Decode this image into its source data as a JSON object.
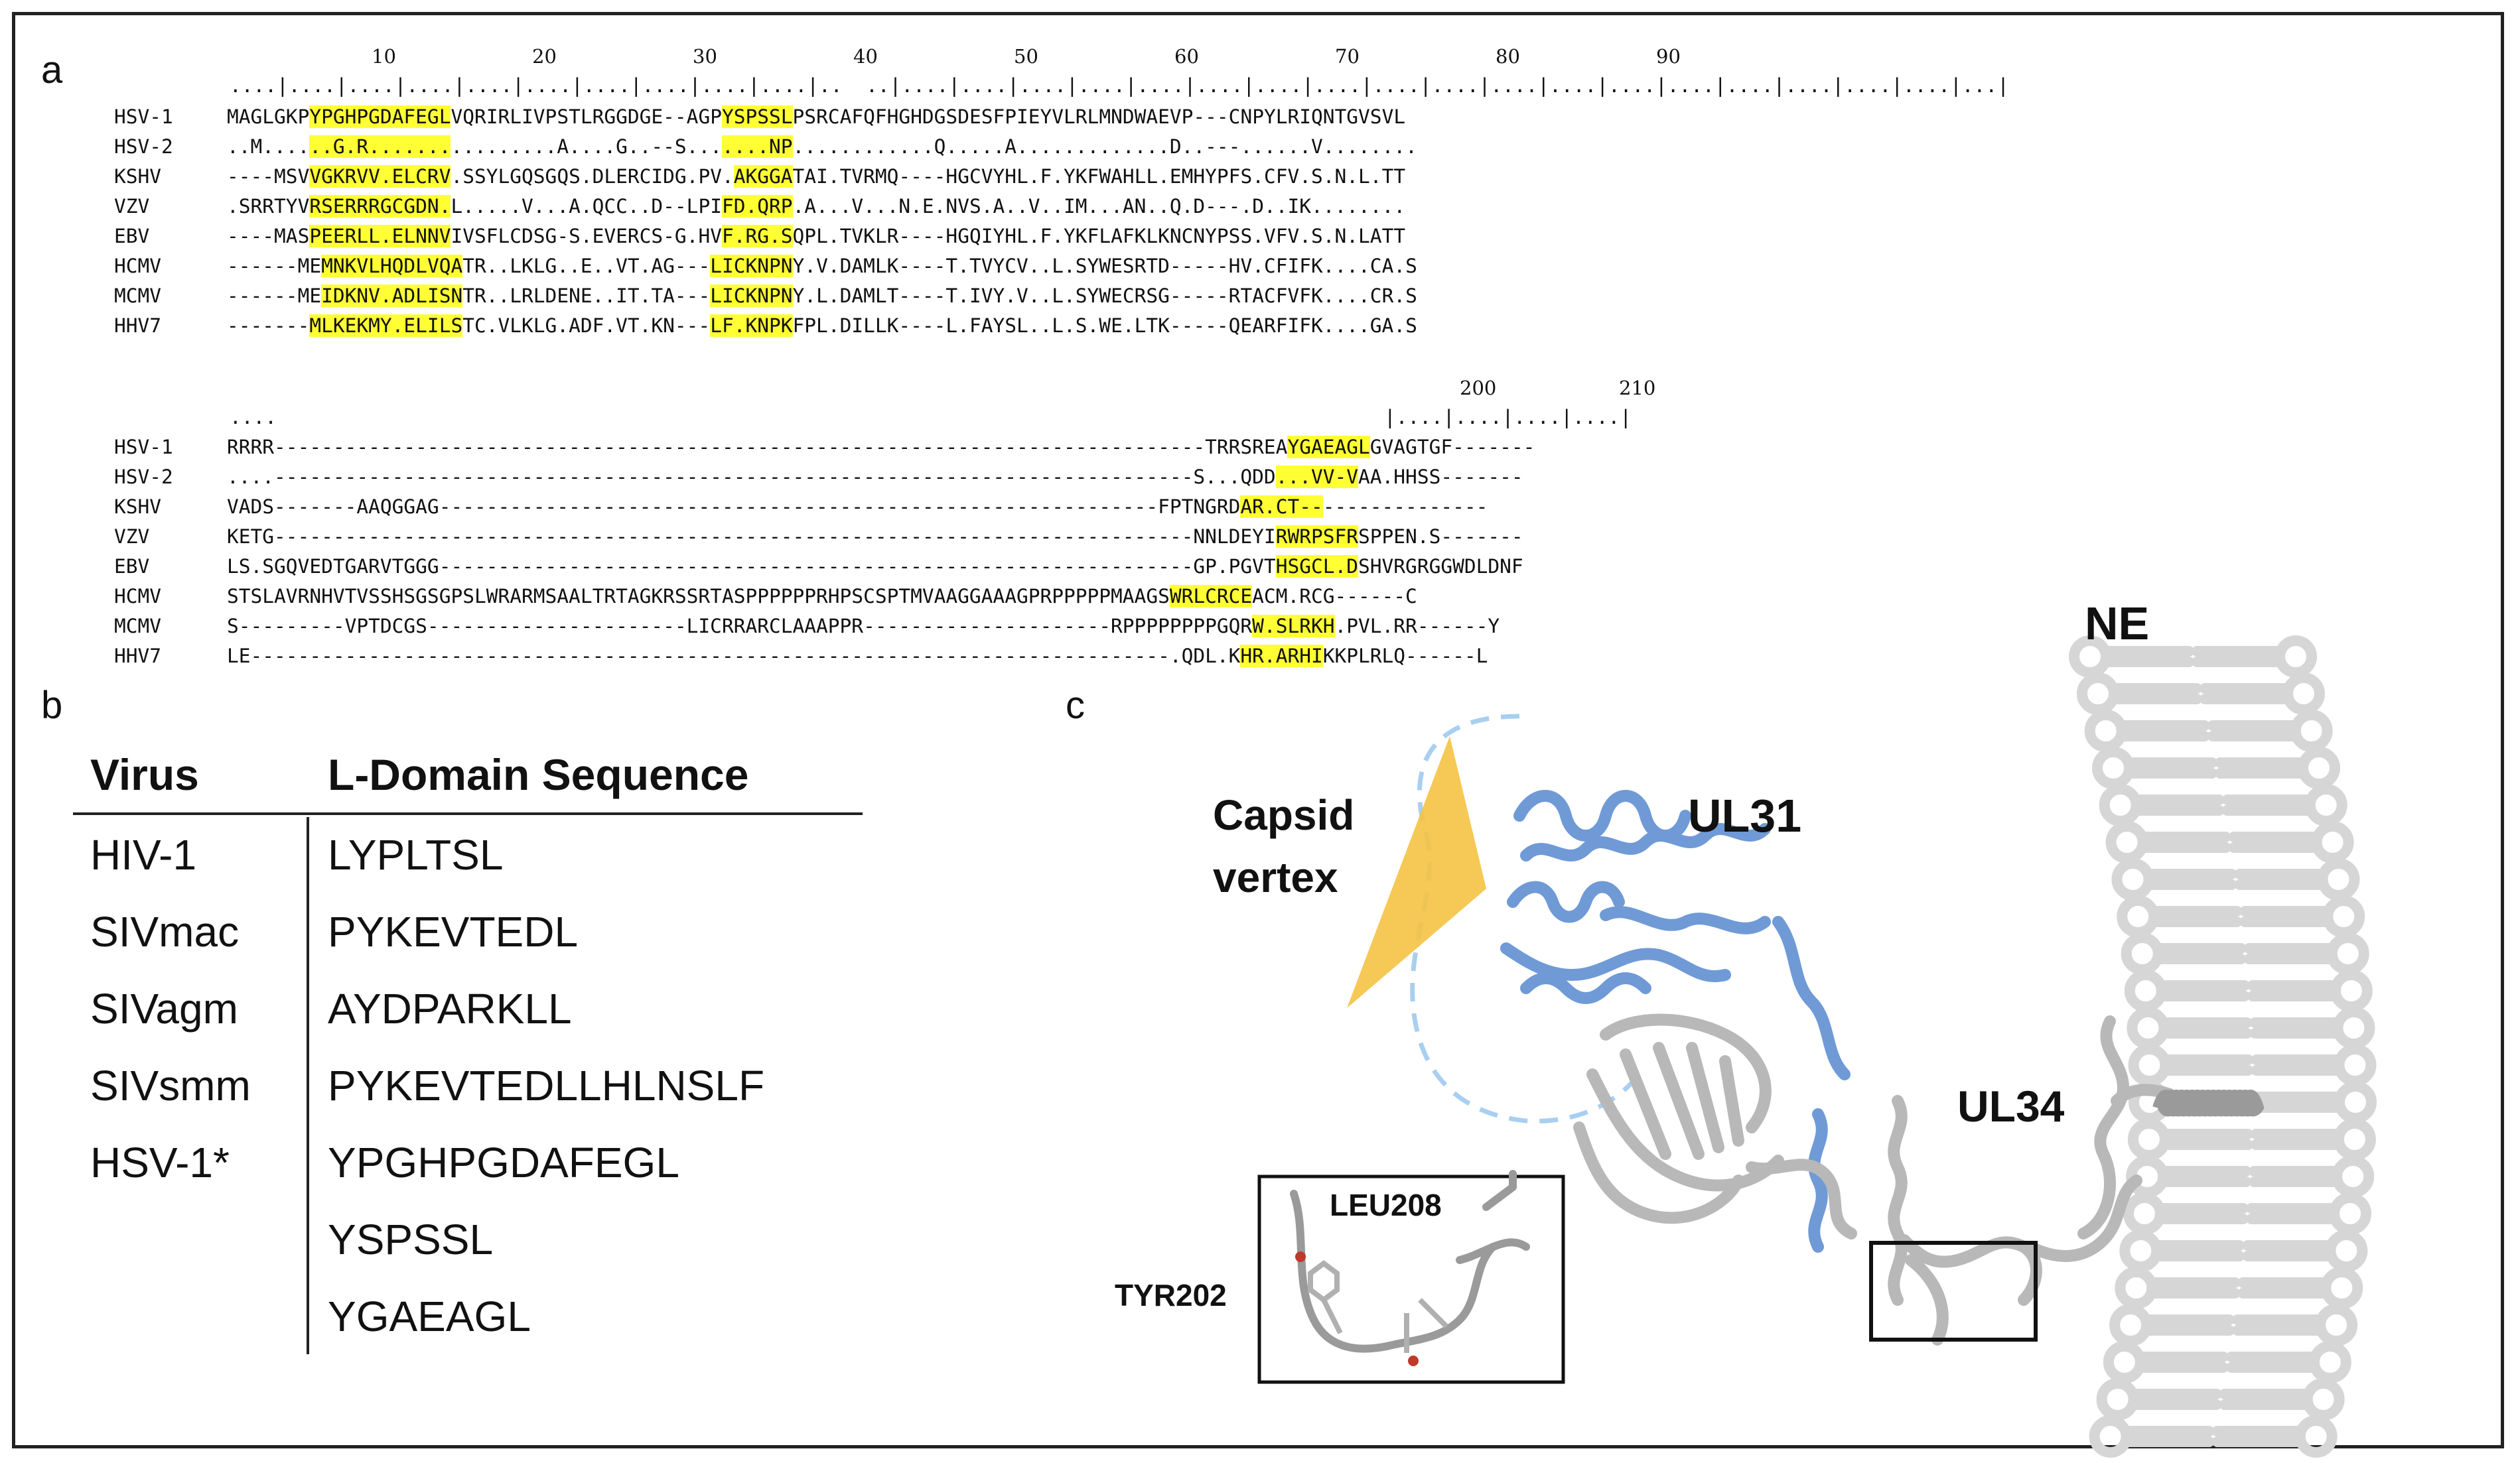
{
  "panels": {
    "a": "a",
    "b": "b",
    "c": "c"
  },
  "alignment_top": {
    "ruler_numbers": [
      "10",
      "20",
      "30",
      "40",
      "50",
      "60",
      "70",
      "80",
      "90"
    ],
    "rows": [
      {
        "name": "HSV-1",
        "seq": [
          [
            "MAGLGKP",
            0
          ],
          [
            "YPGHPGDAFEGL",
            1
          ],
          [
            "VQRIRLIVPSTLRGGDGE--AGP",
            0
          ],
          [
            "YSPSSL",
            1
          ],
          [
            "PSRCAFQFHGHDGSDESFPIEYVLRLMNDWAEVP---CNPYLRIQNTGVSVL",
            0
          ]
        ]
      },
      {
        "name": "HSV-2",
        "seq": [
          [
            "..M....",
            0
          ],
          [
            "..G.R.......",
            1
          ],
          [
            ".........A....G..--S...",
            0
          ],
          [
            "....NP",
            1
          ],
          [
            "............Q.....A.............D..---......V........",
            0
          ]
        ]
      },
      {
        "name": "KSHV",
        "seq": [
          [
            "----MSV",
            0
          ],
          [
            "VGKRVV.ELCRV",
            1
          ],
          [
            ".SSYLGQSGQS.DLERCIDG.PV.",
            0
          ],
          [
            "AKGGA",
            1
          ],
          [
            "TAI.TVRMQ----HGCVYHL.F.YKFWAHLL.EMHYPFS.CFV.S.N.L.TT",
            0
          ]
        ]
      },
      {
        "name": "VZV",
        "seq": [
          [
            ".SRRTYV",
            0
          ],
          [
            "RSERRRGCGDN.",
            1
          ],
          [
            "L.....V...A.QCC..D--LPI",
            0
          ],
          [
            "FD.QRP",
            1
          ],
          [
            ".A...V...N.E.NVS.A..V..IM...AN..Q.D---.D..IK........",
            0
          ]
        ]
      },
      {
        "name": "EBV",
        "seq": [
          [
            "----MAS",
            0
          ],
          [
            "PEERLL.ELNNV",
            1
          ],
          [
            "IVSFLCDSG-S.EVERCS-G.HV",
            0
          ],
          [
            "F.RG.S",
            1
          ],
          [
            "QPL.TVKLR----HGQIYHL.F.YKFLAFKLKNCNYPSS.VFV.S.N.LATT",
            0
          ]
        ]
      },
      {
        "name": "HCMV",
        "seq": [
          [
            "------ME",
            0
          ],
          [
            "MNKVLHQDLVQA",
            1
          ],
          [
            "TR..LKLG..E..VT.AG---",
            0
          ],
          [
            "LICKNPN",
            1
          ],
          [
            "Y.V.DAMLK----T.TVYCV..L.SYWESRTD-----HV.CFIFK....CA.S",
            0
          ]
        ]
      },
      {
        "name": "MCMV",
        "seq": [
          [
            "------ME",
            0
          ],
          [
            "IDKNV.ADLISN",
            1
          ],
          [
            "TR..LRLDENE..IT.TA---",
            0
          ],
          [
            "LICKNPN",
            1
          ],
          [
            "Y.L.DAMLT----T.IVY.V..L.SYWECRSG-----RTACFVFK....CR.S",
            0
          ]
        ]
      },
      {
        "name": "HHV7",
        "seq": [
          [
            "-------",
            0
          ],
          [
            "MLKEKMY.ELILS",
            1
          ],
          [
            "TC.VLKLG.ADF.VT.KN---",
            0
          ],
          [
            "LF.KNPK",
            1
          ],
          [
            "FPL.DILLK----L.FAYSL..L.S.WE.LTK-----QEARFIFK....GA.S",
            0
          ]
        ]
      }
    ]
  },
  "alignment_bottom": {
    "ruler_numbers": [
      "200",
      "210"
    ],
    "rows": [
      {
        "name": "HSV-1",
        "seq": [
          [
            "RRRR-------------------------------------------------------------------------------TRRSREA",
            0
          ],
          [
            "YGAEAGL",
            1
          ],
          [
            "GVAGTGF-------",
            0
          ]
        ]
      },
      {
        "name": "HSV-2",
        "seq": [
          [
            "....------------------------------------------------------------------------------S...QDD",
            0
          ],
          [
            "...VV-V",
            1
          ],
          [
            "AA.HHSS-------",
            0
          ]
        ]
      },
      {
        "name": "KSHV",
        "seq": [
          [
            "VADS-------AAQGGAG-------------------------------------------------------------FPTNGRD",
            0
          ],
          [
            "AR.CT--",
            1
          ],
          [
            "--------------",
            0
          ]
        ]
      },
      {
        "name": "VZV",
        "seq": [
          [
            "KETG------------------------------------------------------------------------------NNLDEYI",
            0
          ],
          [
            "RWRPSFR",
            1
          ],
          [
            "SPPEN.S-------",
            0
          ]
        ]
      },
      {
        "name": "EBV",
        "seq": [
          [
            "LS.SGQVEDTGARVTGGG----------------------------------------------------------------GP.PGVT",
            0
          ],
          [
            "HSGCL.D",
            1
          ],
          [
            "SHVRGRGGWDLDNF",
            0
          ]
        ]
      },
      {
        "name": "HCMV",
        "seq": [
          [
            "STSLAVRNHVTVSSHSGSGPSLWRARMSAALTRTAGKRSSRTASPPPPPPRHPSCSPTMVAAGGAAAGPRPPPPPMAAGS",
            0
          ],
          [
            "WRLCRCE",
            1
          ],
          [
            "ACM.RCG------C",
            0
          ]
        ]
      },
      {
        "name": "MCMV",
        "seq": [
          [
            "S---------VPTDCGS----------------------LICRRARCLAAAPPR---------------------RPPPPPPPPGQR",
            0
          ],
          [
            "W.SLRKH",
            1
          ],
          [
            ".PVL.RR------Y",
            0
          ]
        ]
      },
      {
        "name": "HHV7",
        "seq": [
          [
            "LE------------------------------------------------------------------------------.QDL.K",
            0
          ],
          [
            "HR.ARHI",
            1
          ],
          [
            "KKPLRLQ------L",
            0
          ]
        ]
      }
    ]
  },
  "table": {
    "header_virus": "Virus",
    "header_seq": "L-Domain Sequence",
    "rows": [
      {
        "virus": "HIV-1",
        "seq": "LYPLTSL"
      },
      {
        "virus": "SIVmac",
        "seq": "PYKEVTEDL"
      },
      {
        "virus": "SIVagm",
        "seq": "AYDPARKLL"
      },
      {
        "virus": "SIVsmm",
        "seq": "PYKEVTEDLLHLNSLF"
      },
      {
        "virus": "HSV-1*",
        "seq": "YPGHPGDAFEGL"
      },
      {
        "virus": "",
        "seq": "YSPSSL"
      },
      {
        "virus": "",
        "seq": "YGAEAGL"
      }
    ]
  },
  "structure": {
    "ne_label": "NE",
    "ul31_label": "UL31",
    "ul34_label": "UL34",
    "capsid_label_1": "Capsid",
    "capsid_label_2": "vertex",
    "inset_leu": "LEU208",
    "inset_tyr": "TYR202",
    "colors": {
      "ul31": "#6f9ad6",
      "ul34": "#bdbdbd",
      "capsid": "#f5c242",
      "highlight": "#ffff33"
    }
  }
}
